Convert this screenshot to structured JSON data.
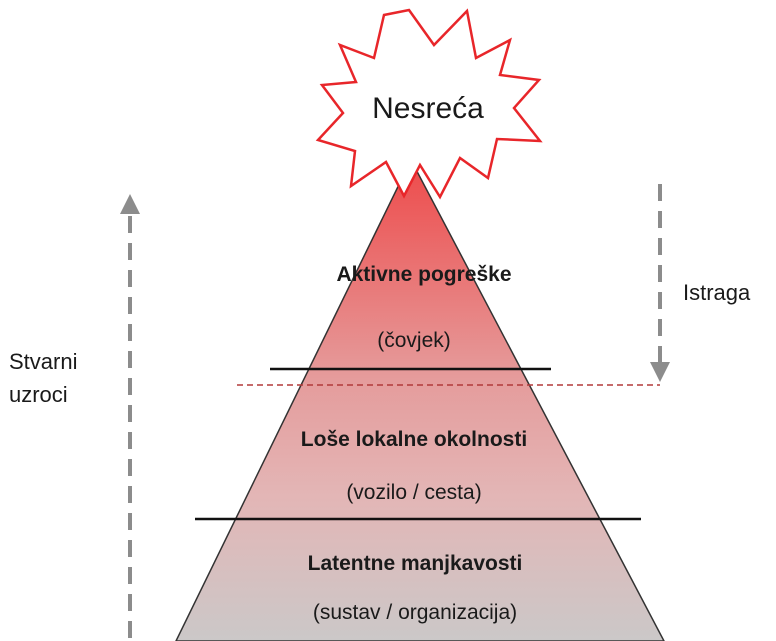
{
  "burst": {
    "label": "Nesreća"
  },
  "levels": [
    {
      "title": "Aktivne pogreške",
      "subtitle": "(čovjek)"
    },
    {
      "title": "Loše lokalne okolnosti",
      "subtitle": "(vozilo / cesta)"
    },
    {
      "title": "Latentne manjkavosti",
      "subtitle": "(sustav / organizacija)"
    }
  ],
  "left_arrow": {
    "label_line1": "Stvarni",
    "label_line2": "uzroci"
  },
  "right_arrow": {
    "label": "Istraga"
  },
  "colors": {
    "burst_stroke": "#e8262a",
    "pyramid_top": "#ee4a4a",
    "pyramid_mid": "#e7a9aa",
    "pyramid_bottom": "#c9c6c6",
    "dashed_line": "#b23a3a",
    "arrow": "#8c8c8c"
  }
}
